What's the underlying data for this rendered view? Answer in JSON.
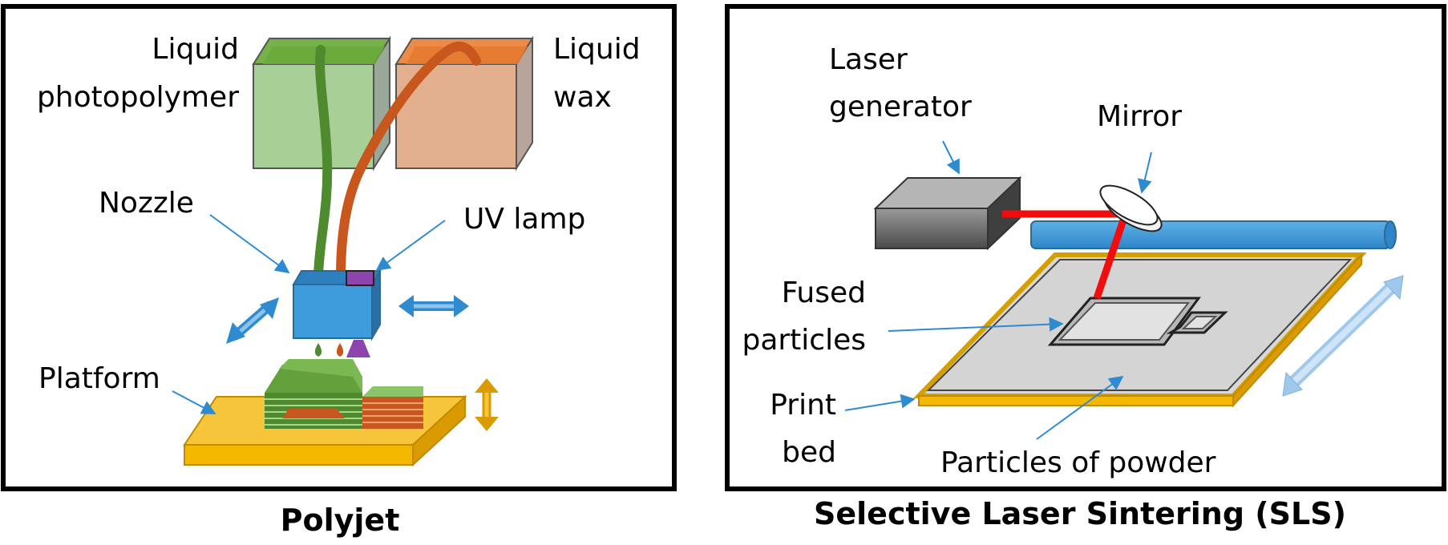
{
  "colors": {
    "frame": "#000000",
    "arrow_blue": "#2e8bd0",
    "nozzle_blue": "#3e9bdc",
    "photopolymer_green": "#4e8a2e",
    "wax_orange": "#c8571d",
    "platform_yellow": "#f5b800",
    "laser_red": "#f10d0d",
    "powder_grey": "#d9d9d9"
  },
  "polyjet": {
    "caption": "Polyjet",
    "labels": {
      "photopolymer_line1": "Liquid",
      "photopolymer_line2": "photopolymer",
      "wax_line1": "Liquid",
      "wax_line2": "wax",
      "nozzle": "Nozzle",
      "uv_lamp": "UV lamp",
      "platform": "Platform"
    }
  },
  "sls": {
    "caption": "Selective Laser Sintering (SLS)",
    "labels": {
      "laser_line1": "Laser",
      "laser_line2": "generator",
      "mirror": "Mirror",
      "fused_line1": "Fused",
      "fused_line2": "particles",
      "bed_line1": "Print",
      "bed_line2": "bed",
      "powder": "Particles of powder"
    }
  }
}
